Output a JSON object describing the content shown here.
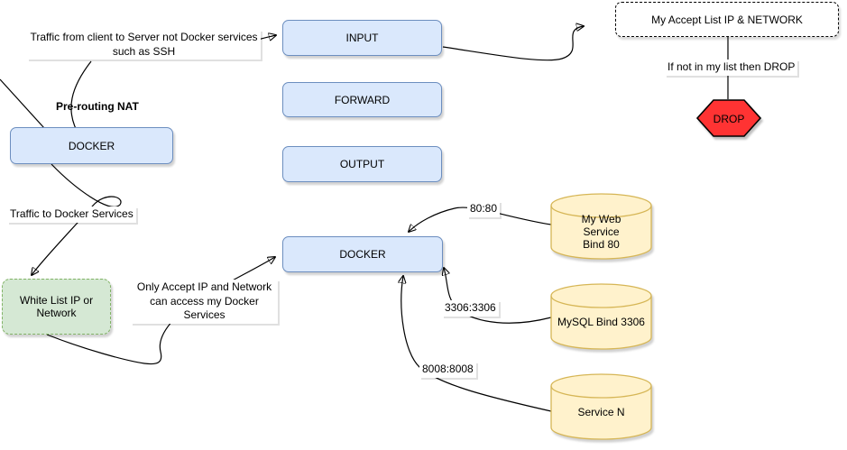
{
  "diagram": {
    "nodes": {
      "input": {
        "label": "INPUT"
      },
      "forward": {
        "label": "FORWARD"
      },
      "output": {
        "label": "OUTPUT"
      },
      "docker_chain": {
        "label": "DOCKER"
      },
      "docker_nat": {
        "label": "DOCKER"
      },
      "accept_list": {
        "label": "My Accept List IP & NETWORK"
      },
      "drop": {
        "label": "DROP"
      },
      "white_list": {
        "label": "White List IP or\nNetwork"
      },
      "web_service": {
        "label": "My Web\nService\nBind 80"
      },
      "mysql": {
        "label": "MySQL Bind 3306"
      },
      "service_n": {
        "label": "Service N"
      }
    },
    "labels": {
      "traffic_client": "Traffic  from client to Server not Docker services\nsuch as SSH",
      "prerouting": "Pre-routing NAT",
      "if_not_in_list": "If not in my list then DROP",
      "traffic_docker": "Traffic to Docker Services",
      "only_accept": "Only Accept IP and Network\ncan access my Docker\nServices",
      "port_80": "80:80",
      "port_3306": "3306:3306",
      "port_8008": "8008:8008"
    },
    "colors": {
      "chain_fill": "#dae8fc",
      "chain_stroke": "#6c8ebf",
      "whitelist_fill": "#d5e8d4",
      "whitelist_stroke": "#82b366",
      "service_fill": "#fff2cc",
      "service_stroke": "#d6b656",
      "drop_fill": "#ff3333",
      "drop_stroke": "#000000",
      "edge": "#000000",
      "label_background": "#ffffff"
    }
  }
}
